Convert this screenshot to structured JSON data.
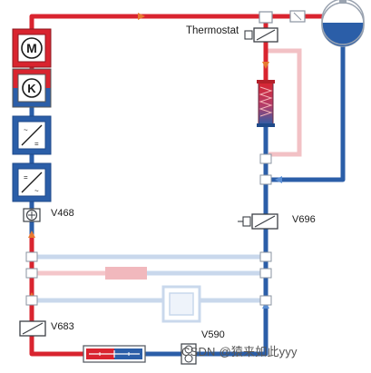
{
  "labels": {
    "thermostat": "Thermostat",
    "v468": "V468",
    "v696": "V696",
    "v683": "V683",
    "v590": "V590"
  },
  "watermark": "CSDN @猿来如此yyy",
  "components": {
    "motor_symbol": "M",
    "coupling_symbol": "K"
  },
  "colors": {
    "hot_pipe": "#d9242f",
    "cold_pipe": "#2b5ea8",
    "faded_hot": "#f2b8bd",
    "faded_cold": "#c3d4ea",
    "radiator_hot": "#d9242f",
    "radiator_cold": "#2b5ea8"
  },
  "icons": {
    "motor": "motor-icon",
    "coupling": "coupling-icon",
    "heat_exchanger": "heat-exchanger-icon",
    "tank": "expansion-tank-icon",
    "pump": "pump-icon",
    "valve": "solenoid-valve-icon",
    "flow_arrow": "flow-arrow-icon"
  }
}
